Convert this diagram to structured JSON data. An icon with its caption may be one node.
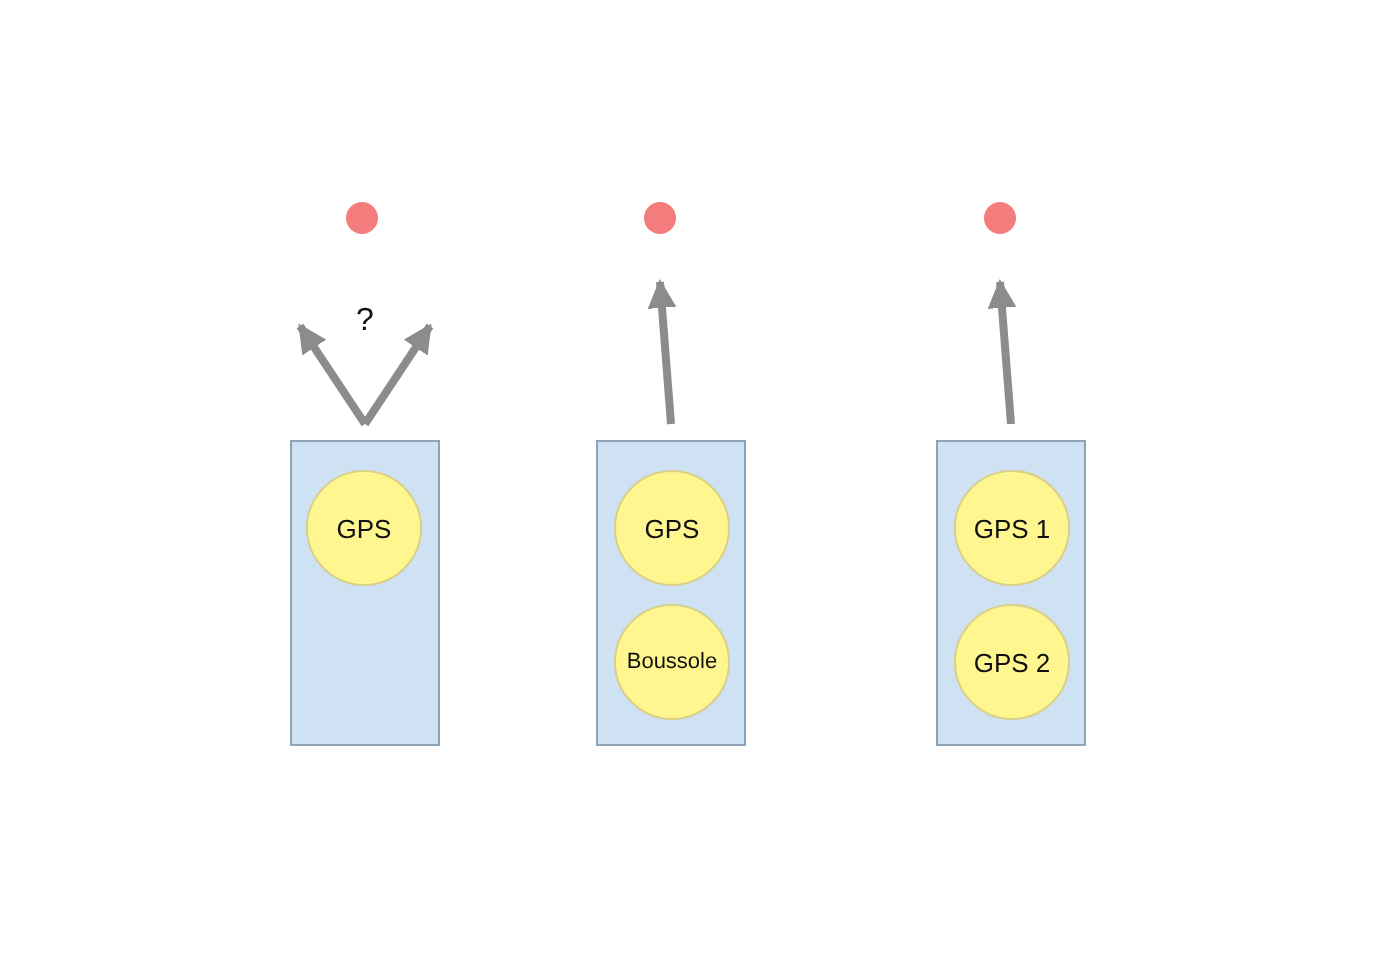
{
  "diagram": {
    "nodes": [
      {
        "text": [],
        "shape": "circle"
      },
      {
        "text": [],
        "shape": "circle"
      },
      {
        "text": [],
        "shape": "circle"
      },
      {
        "text": [],
        "shape": "box"
      },
      {
        "text": [
          "GPS"
        ],
        "in": 3
      },
      {
        "text": [],
        "shape": "box"
      },
      {
        "text": [
          "GPS"
        ],
        "in": 5
      },
      {
        "text": [
          "Boussole"
        ],
        "in": 5
      },
      {
        "text": [],
        "shape": "box"
      },
      {
        "text": [
          "GPS 1"
        ],
        "in": 8
      },
      {
        "text": [
          "GPS 2"
        ],
        "in": 8
      }
    ],
    "edges": [
      {
        "from": 3,
        "to": null,
        "arrow": "to"
      },
      {
        "from": 3,
        "to": null,
        "arrow": "to"
      },
      {
        "from": 5,
        "to": 1,
        "arrow": "to"
      },
      {
        "from": 8,
        "to": 2,
        "arrow": "to"
      }
    ],
    "labels": [
      "?"
    ]
  }
}
